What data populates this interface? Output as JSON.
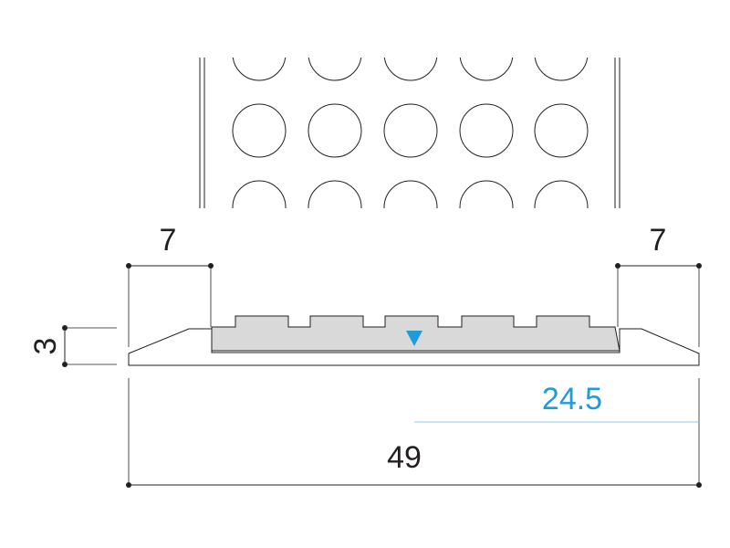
{
  "dimensions": {
    "left_width": "7",
    "right_width": "7",
    "height": "3",
    "total_width": "49",
    "center_offset": "24.5"
  },
  "colors": {
    "line": "#231f20",
    "insert_fill": "#d9d9d9",
    "accent": "#1f9bd7",
    "guide": "#8ccbe9"
  },
  "icons": {
    "center_marker": "triangle-down-icon"
  }
}
